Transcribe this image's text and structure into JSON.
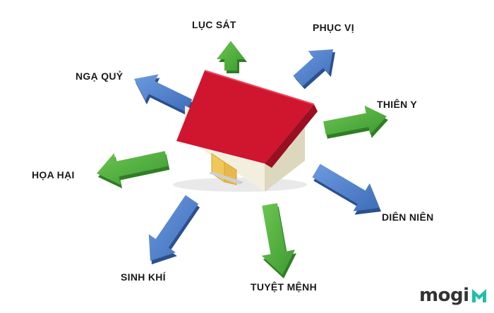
{
  "labels": {
    "luc_sat": "LỤC SÁT",
    "phuc_vi": "PHỤC VỊ",
    "nga_quy": "NGẠ QUỶ",
    "thien_y": "THIÊN Y",
    "hoa_hai": "HỌA HẠI",
    "dien_nien": "DIÊN NIÊN",
    "sinh_khi": "SINH KHÍ",
    "tuyet_menh": "TUYỆT MỆNH"
  },
  "arrow_colors": {
    "luc_sat": "green",
    "phuc_vi": "blue",
    "nga_quy": "blue",
    "thien_y": "green",
    "hoa_hai": "green",
    "dien_nien": "blue",
    "sinh_khi": "blue",
    "tuyet_menh": "green"
  },
  "colors": {
    "green": "#4caf3e",
    "green_dark": "#2f7d24",
    "blue": "#4f7fc9",
    "blue_dark": "#2c4f8e",
    "roof": "#d0152f",
    "roof_dark": "#9a0f22",
    "wall": "#f2eedc",
    "wall_shade": "#d9d3b8",
    "door": "#f0c85a",
    "logo_accent": "#1fc0a8"
  },
  "logo": {
    "text": "mogi",
    "mark_icon": "m-logo-icon"
  }
}
